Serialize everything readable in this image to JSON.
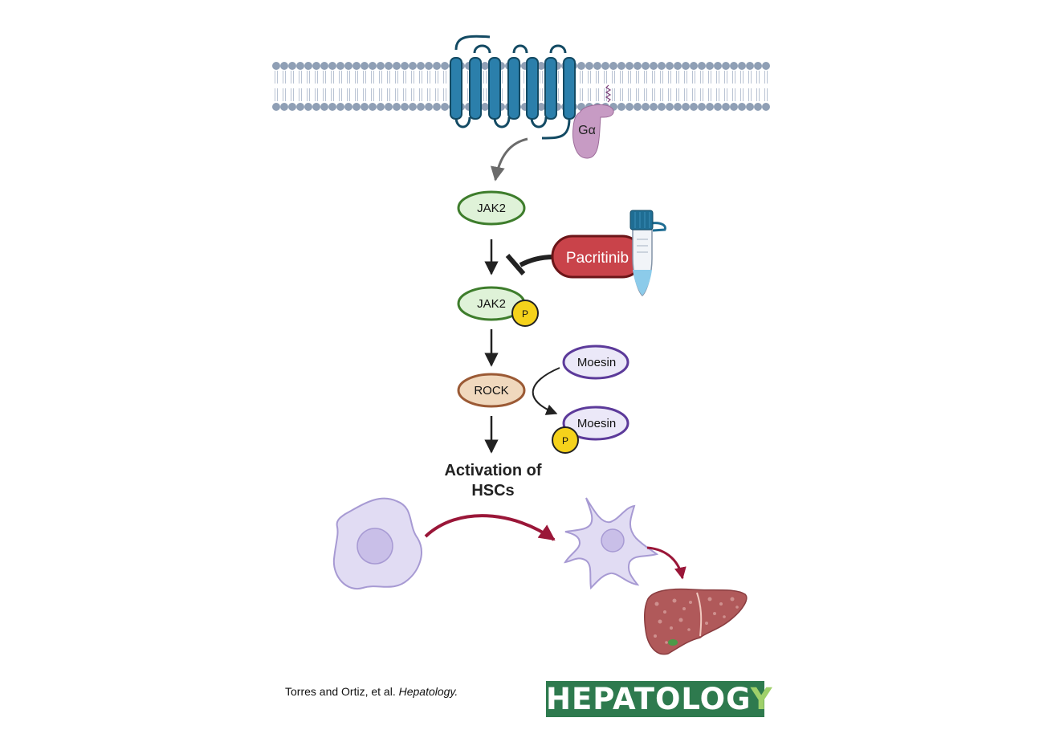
{
  "diagram": {
    "membrane": {
      "g_protein_label": "Gα"
    },
    "nodes": {
      "jak2": "JAK2",
      "jak2_phosphorylated": "JAK2",
      "phospho_tag": "P",
      "pacritinib": "Pacritinib",
      "rock": "ROCK",
      "moesin": "Moesin",
      "moesin_phosphorylated": "Moesin",
      "moesin_phospho_tag": "P"
    },
    "outcome": {
      "line1": "Activation of",
      "line2": "HSCs"
    },
    "colors": {
      "lipid_head": "#8f9fb5",
      "gpcr": "#2b7fab",
      "g_protein": "#c79bc4",
      "jak2_fill": "#dff2d8",
      "jak2_stroke": "#3e7d2c",
      "pacritinib_fill": "#c9434a",
      "rock_fill": "#f0d8bd",
      "rock_stroke": "#9b5a35",
      "moesin_fill": "#ebe8f8",
      "moesin_stroke": "#5c3a9a",
      "phospho": "#f5d21b",
      "hsc_arrow": "#9a1638",
      "cell_fill": "#e1dcf3",
      "liver": "#b0595a"
    }
  },
  "footer": {
    "citation_authors": "Torres and Ortiz, et al. ",
    "citation_journal": "Hepatology.",
    "logo_main": "HEPATOLOG",
    "logo_end": "Y"
  }
}
